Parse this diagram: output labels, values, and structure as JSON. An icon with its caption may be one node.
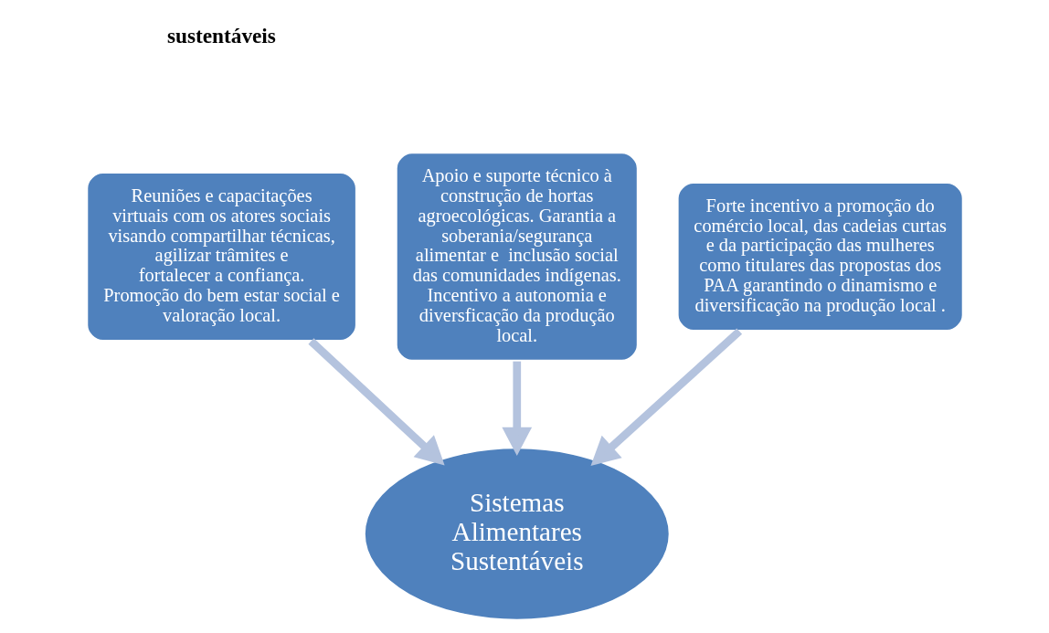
{
  "diagram": {
    "nodes": [
      {
        "text": [
          "Reuniões e capacitações  virtuais com os atores sociais visando compartilhar técnicas, agilizar trâmites e  fortalecer a confiança. Promoção do bem estar social e valoração local."
        ]
      },
      {
        "text": [
          "Apoio e suporte técnico à construção de hortas agroecológicas. Garantia a soberania/segurança alimentar e  inclusão social das comunidades indígenas. Incentivo a autonomia e diversficação da produção local."
        ]
      },
      {
        "text": [
          "Forte incentivo a promoção do comércio local, das cadeias curtas e da participação das mulheres como titulares das propostas dos PAA garantindo o dinamismo e diversificação na produção local ."
        ]
      },
      {
        "text": [
          "Sistemas Alimentares Sustentáveis"
        ]
      }
    ],
    "edges": [
      {
        "from": 0,
        "to": 3,
        "arrow": "to"
      },
      {
        "from": 1,
        "to": 3,
        "arrow": "to"
      },
      {
        "from": 2,
        "to": 3,
        "arrow": "to"
      }
    ],
    "labels": [
      "sustentáveis"
    ]
  }
}
